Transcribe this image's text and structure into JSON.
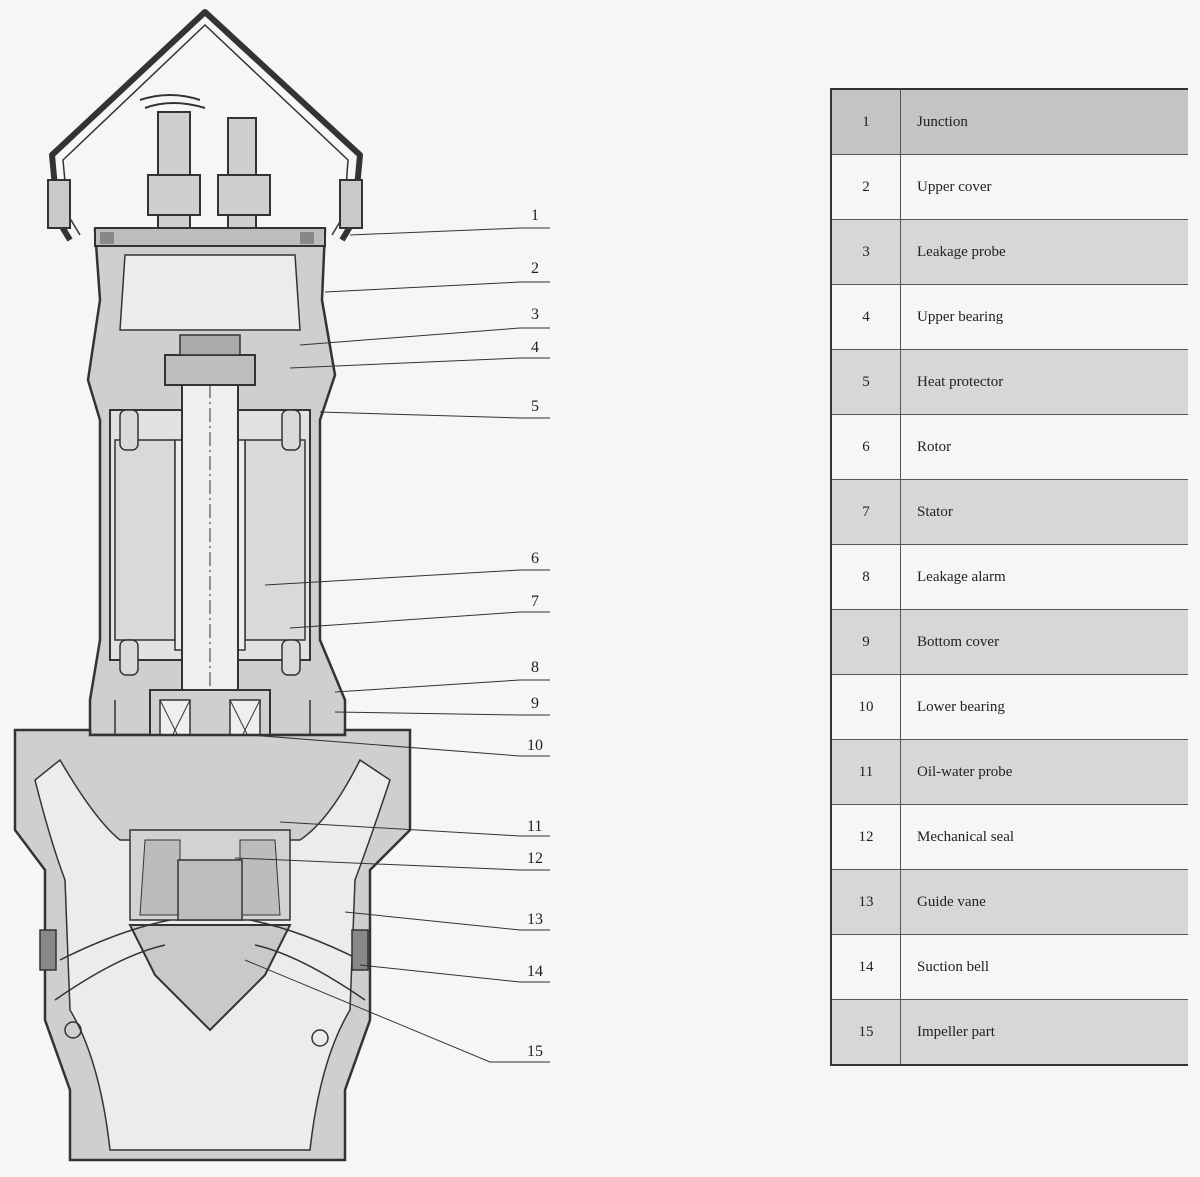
{
  "diagram": {
    "callouts": [
      "1",
      "2",
      "3",
      "4",
      "5",
      "6",
      "7",
      "8",
      "9",
      "10",
      "11",
      "12",
      "13",
      "14",
      "15"
    ]
  },
  "parts": [
    {
      "num": "1",
      "name": "Junction"
    },
    {
      "num": "2",
      "name": "Upper  cover"
    },
    {
      "num": "3",
      "name": "Leakage  probe"
    },
    {
      "num": "4",
      "name": "Upper  bearing"
    },
    {
      "num": "5",
      "name": "Heat  protector"
    },
    {
      "num": "6",
      "name": "Rotor"
    },
    {
      "num": "7",
      "name": "Stator"
    },
    {
      "num": "8",
      "name": "Leakage  alarm"
    },
    {
      "num": "9",
      "name": "Bottom  cover"
    },
    {
      "num": "10",
      "name": "Lower  bearing"
    },
    {
      "num": "11",
      "name": "Oil-water  probe"
    },
    {
      "num": "12",
      "name": "Mechanical  seal"
    },
    {
      "num": "13",
      "name": "Guide  vane"
    },
    {
      "num": "14",
      "name": "Suction  bell"
    },
    {
      "num": "15",
      "name": "Impeller  part"
    }
  ],
  "colors": {
    "body": "#cfcfcf",
    "hatch": "#bdbdbd",
    "line": "#333333",
    "row_shade": "#d7d7d7"
  }
}
